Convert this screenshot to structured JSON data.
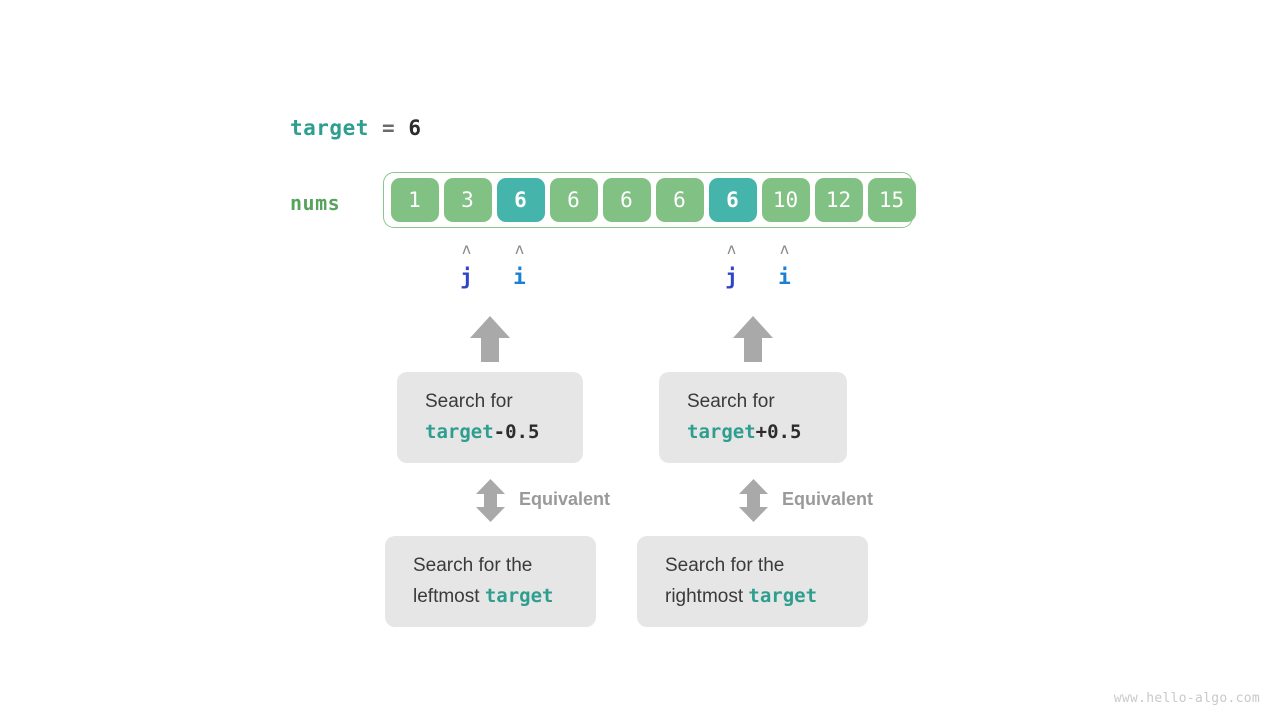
{
  "diagram": {
    "title_line": {
      "var_name": "target",
      "operator": "=",
      "value": "6"
    },
    "array": {
      "label": "nums",
      "values": [
        "1",
        "3",
        "6",
        "6",
        "6",
        "6",
        "6",
        "10",
        "12",
        "15"
      ],
      "highlighted_indices": [
        2,
        6
      ],
      "cell_color": "#81c184",
      "highlight_color": "#45b5ac",
      "frame_border_color": "#8cc68f"
    },
    "pointers": [
      {
        "name": "j",
        "caret": "ʌ",
        "index": 1,
        "color": "#2f45c5"
      },
      {
        "name": "i",
        "caret": "ʌ",
        "index": 2,
        "color": "#1b7fd4"
      },
      {
        "name": "j",
        "caret": "ʌ",
        "index": 6,
        "color": "#2f45c5"
      },
      {
        "name": "i",
        "caret": "ʌ",
        "index": 7,
        "color": "#1b7fd4"
      }
    ],
    "left_branch": {
      "upper_box": {
        "line1": "Search for",
        "line2_var": "target",
        "line2_delta": "-0.5"
      },
      "equivalent_label": "Equivalent",
      "lower_box": {
        "line1": "Search for the",
        "line2_prefix": "leftmost ",
        "line2_var": "target"
      }
    },
    "right_branch": {
      "upper_box": {
        "line1": "Search for",
        "line2_var": "target",
        "line2_delta": "+0.5"
      },
      "equivalent_label": "Equivalent",
      "lower_box": {
        "line1": "Search for the",
        "line2_prefix": "rightmost ",
        "line2_var": "target"
      }
    },
    "watermark": "www.hello-algo.com"
  }
}
